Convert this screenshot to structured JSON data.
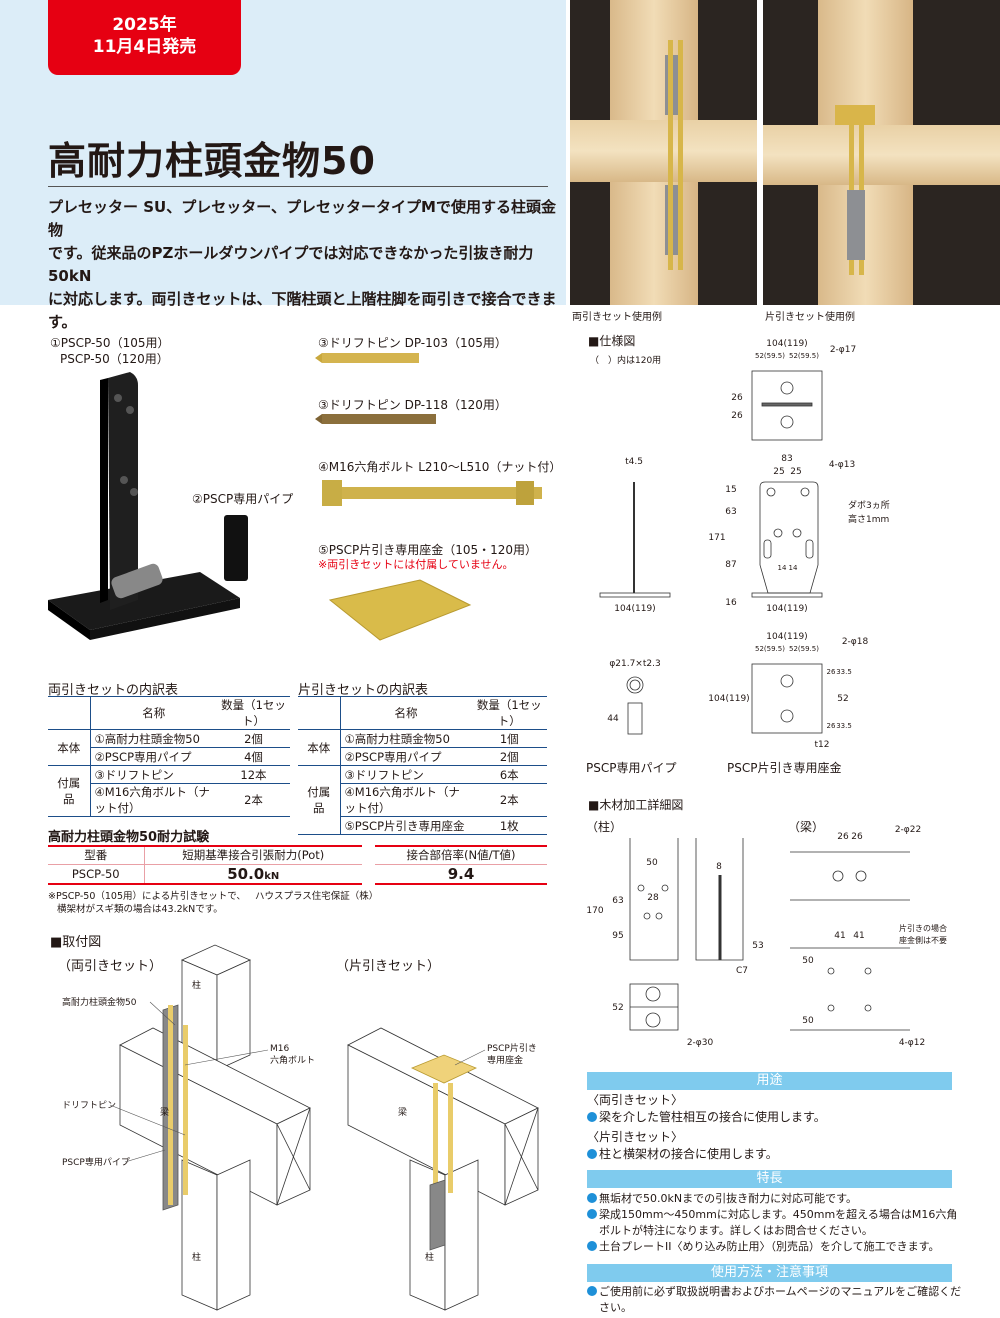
{
  "badge": {
    "line1": "2025年",
    "line2": "11月4日発売"
  },
  "title": "高耐力柱頭金物50",
  "description": [
    "プレセッター SU、プレセッター、プレセッタータイプMで使用する柱頭金物",
    "です。従来品のPZホールダウンパイプでは対応できなかった引抜き耐力50kN",
    "に対応します。両引きセットは、下階柱頭と上階柱脚を両引きで接合できます。"
  ],
  "photos": [
    {
      "caption": "両引きセット使用例"
    },
    {
      "caption": "片引きセット使用例"
    }
  ],
  "parts": {
    "p1a": "①PSCP-50（105用）",
    "p1b": "PSCP-50（120用）",
    "p2": "②PSCP専用パイプ",
    "p3a": "③ドリフトピン DP-103（105用）",
    "p3b": "③ドリフトピン DP-118（120用）",
    "p4": "④M16六角ボルト L210～L510（ナット付）",
    "p5": "⑤PSCP片引き専用座金（105・120用）",
    "p5note": "※両引きセットには付属していません。"
  },
  "double_table": {
    "title": "両引きセットの内訳表",
    "headers": [
      "名称",
      "数量（1セット）"
    ],
    "groups": [
      "本体",
      "付属品"
    ],
    "rows": [
      [
        "①高耐力柱頭金物50",
        "2個"
      ],
      [
        "②PSCP専用パイプ",
        "4個"
      ],
      [
        "③ドリフトピン",
        "12本"
      ],
      [
        "④M16六角ボルト（ナット付）",
        "2本"
      ]
    ]
  },
  "single_table": {
    "title": "片引きセットの内訳表",
    "headers": [
      "名称",
      "数量（1セット）"
    ],
    "groups": [
      "本体",
      "付属品"
    ],
    "rows": [
      [
        "①高耐力柱頭金物50",
        "1個"
      ],
      [
        "②PSCP専用パイプ",
        "2個"
      ],
      [
        "③ドリフトピン",
        "6本"
      ],
      [
        "④M16六角ボルト（ナット付）",
        "2本"
      ],
      [
        "⑤PSCP片引き専用座金",
        "1枚"
      ]
    ]
  },
  "test": {
    "title": "高耐力柱頭金物50耐力試験",
    "headers": [
      "型番",
      "短期基準接合引張耐力(Pot)",
      "接合部倍率(N値/T値)"
    ],
    "model": "PSCP-50",
    "pot": "50.0",
    "pot_unit": "kN",
    "ratio": "9.4",
    "note1": "※PSCP-50（105用）による片引きセットで、",
    "note2": "横架材がスギ類の場合は43.2kNです。",
    "source": "ハウスプラス住宅保証（株）"
  },
  "mount": {
    "title": "■取付図",
    "double": "（両引きセット）",
    "single": "（片引きセット）",
    "labels": {
      "col": "柱",
      "beam": "梁",
      "hardware": "高耐力柱頭金物50",
      "bolt1": "M16",
      "bolt2": "六角ボルト",
      "pin": "ドリフトピン",
      "pipe": "PSCP専用パイプ",
      "washer1": "PSCP片引き",
      "washer2": "専用座金"
    }
  },
  "spec": {
    "title": "■仕様図",
    "note": "（　）内は120用",
    "dims": {
      "w104": "104(119)",
      "w52": "52(59.5)",
      "h17": "2-φ17",
      "d26": "26",
      "t45": "t4.5",
      "d83": "83",
      "d25": "25",
      "h13": "4-φ13",
      "dabo1": "ダボ3ヵ所",
      "dabo2": "高さ1mm",
      "d15": "15",
      "d63": "63",
      "d171": "171",
      "d87": "87",
      "d16": "16",
      "d14": "14",
      "pipe": "φ21.7×t2.3",
      "d44": "44",
      "h18": "2-φ18",
      "d335": "33.5",
      "d52": "52",
      "t12": "t12"
    },
    "pipe_label": "PSCP専用パイプ",
    "washer_label": "PSCP片引き専用座金"
  },
  "wood": {
    "title": "■木材加工詳細図",
    "col": "（柱）",
    "beam": "（梁）",
    "dims": {
      "d50": "50",
      "d28": "28",
      "d170": "170",
      "d63": "63",
      "d95": "95",
      "d8": "8",
      "d53": "53",
      "c7": "C7",
      "d52": "52",
      "h30": "2-φ30",
      "d26": "26",
      "h22": "2-φ22",
      "d41": "41",
      "note1": "片引きの場合",
      "note2": "座金側は不要",
      "h12": "4-φ12"
    }
  },
  "usage": {
    "title": "用途",
    "double_head": "〈両引きセット〉",
    "double_text": "梁を介した管柱相互の接合に使用します。",
    "single_head": "〈片引きセット〉",
    "single_text": "柱と横架材の接合に使用します。"
  },
  "features": {
    "title": "特長",
    "items": [
      "無垢材で50.0kNまでの引抜き耐力に対応可能です。",
      "梁成150mm～450mmに対応します。450mmを超える場合はM16六角ボルトが特注になります。詳しくはお問合せください。",
      "土台プレートII〈めり込み防止用〉（別売品）を介して施工できます。"
    ]
  },
  "caution": {
    "title": "使用方法・注意事項",
    "items": [
      "ご使用前に必ず取扱説明書およびホームページのマニュアルをご確認ください。"
    ]
  },
  "colors": {
    "red": "#e60012",
    "hero_bg": "#dcedf8",
    "bar": "#7fcbee",
    "bullet": "#1e90d8",
    "table_line": "#1d4e89"
  }
}
